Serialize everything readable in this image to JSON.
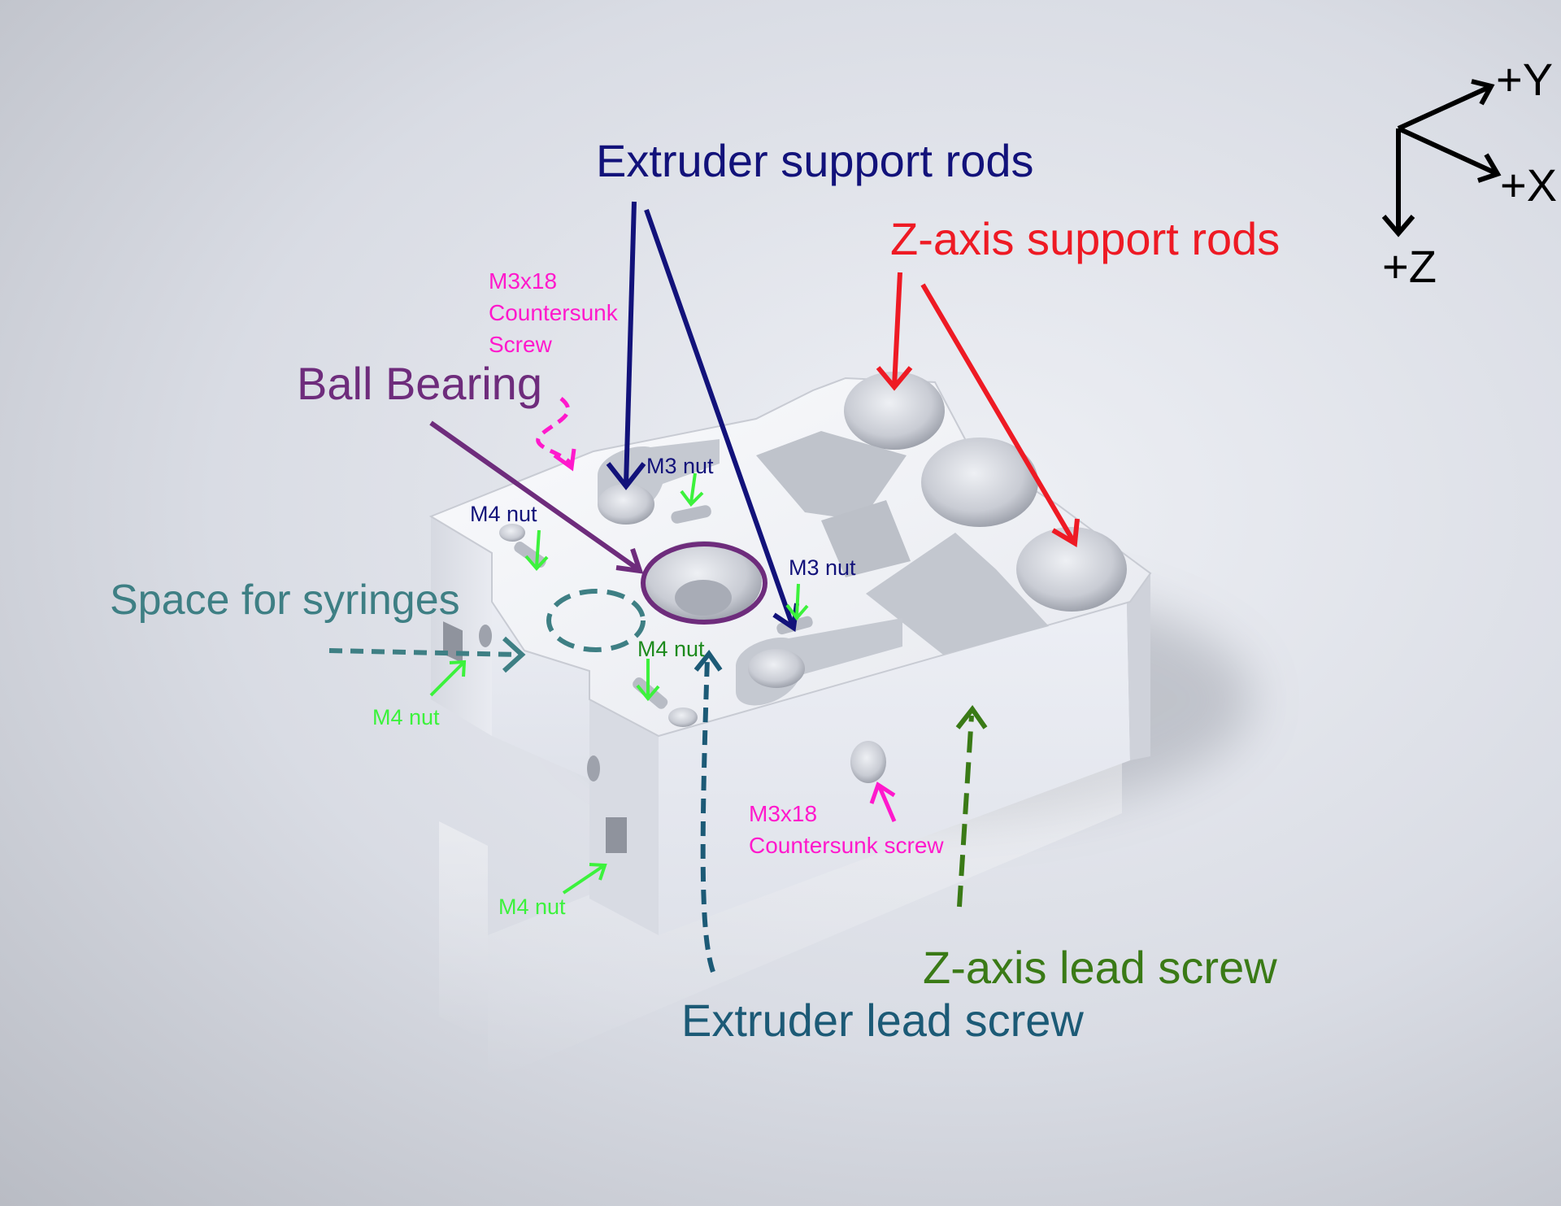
{
  "colors": {
    "extruder_rods": "#12127a",
    "z_rods": "#ee1a24",
    "ball_bearing": "#6e2c7c",
    "syringes": "#3e7f84",
    "z_lead": "#3a7a16",
    "extruder_lead": "#1c5a76",
    "screw": "#ff19cc",
    "nut_arrow": "#3cf23c",
    "m3_nut": "#12127a",
    "axes": "#000000"
  },
  "labels": {
    "extruder_support_rods": "Extruder support rods",
    "z_axis_support_rods": "Z-axis support rods",
    "ball_bearing": "Ball Bearing",
    "space_for_syringes": "Space for syringes",
    "z_axis_lead_screw": "Z-axis lead screw",
    "extruder_lead_screw": "Extruder lead screw",
    "m3x18_top": [
      "M3x18",
      "Countersunk",
      "Screw"
    ],
    "m3x18_side": [
      "M3x18",
      "Countersunk screw"
    ],
    "m3_nut_left": "M3 nut",
    "m3_nut_right": "M3 nut",
    "m4_nut_top": "M4 nut",
    "m4_nut_middle": "M4 nut",
    "m4_nut_left": "M4 nut",
    "m4_nut_bottom": "M4 nut"
  },
  "axes": {
    "y": "+Y",
    "x": "+X",
    "z": "+Z"
  }
}
